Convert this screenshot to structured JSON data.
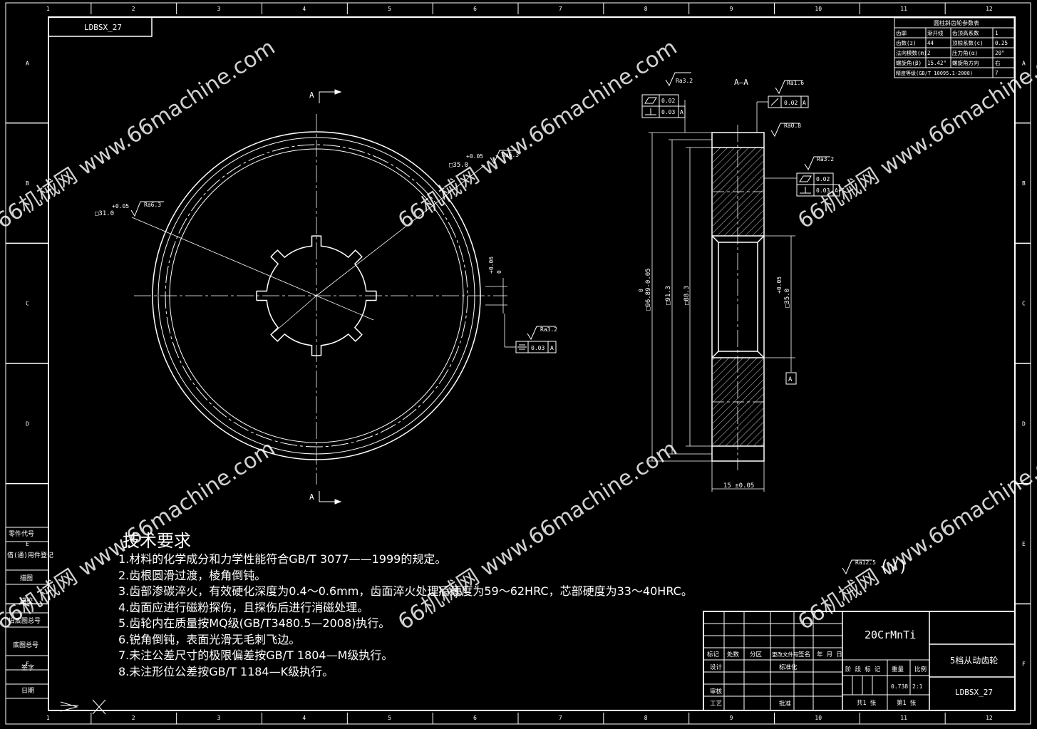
{
  "drawing_number": "LDBSX_27",
  "grid": {
    "columns": [
      "1",
      "2",
      "3",
      "4",
      "5",
      "6",
      "7",
      "8",
      "9",
      "10",
      "11",
      "12"
    ],
    "rows": [
      "A",
      "B",
      "C",
      "D",
      "E",
      "F"
    ]
  },
  "views": {
    "section_marker": "A",
    "section_title": "A—A"
  },
  "gear_params": {
    "title": "圆柱斜齿轮参数表",
    "rows": [
      [
        "齿廓",
        "渐开线",
        "齿顶高系数",
        "1"
      ],
      [
        "齿数(z)",
        "44",
        "顶隙系数(c)",
        "0.25"
      ],
      [
        "法向模数(m)",
        "2",
        "压力角(α)",
        "20°"
      ],
      [
        "螺旋角(β)",
        "15.42°",
        "螺旋角方向",
        "右"
      ],
      [
        "精度等级(GB/T 10095.1-2008)",
        "",
        "",
        "7"
      ]
    ]
  },
  "dimensions": {
    "d1": "□31.0",
    "d1_tol": "+0.05",
    "d2": "□35.0",
    "d2_tol": "+0.05",
    "d3_tol": "+0.06",
    "d3_zero": "0",
    "outer": "□96.89-0.05",
    "outer_zero": "0",
    "d_root": "□91.3",
    "d_mid": "□88.3",
    "d_bore": "□35.0",
    "d_bore_tol": "+0.05",
    "width": "15 ±0.05"
  },
  "roughness": {
    "r1": "Ra6.3",
    "r2": "Ra6.3",
    "r3": "Ra3.2",
    "r4": "Ra3.2",
    "r5": "Ra1.6",
    "r6": "Ra0.8",
    "r7": "Ra3.2",
    "general": "Ra12.5",
    "general_paren": "(√)"
  },
  "tolerance_frames": {
    "f1_val": "0.02",
    "f2_val": "0.03",
    "f3_val": "0.02",
    "f4_val": "0.02",
    "f5_val": "0.03",
    "f6_val": "0.03",
    "datum": "A"
  },
  "tech_requirements": {
    "title": "技术要求",
    "items": [
      "1.材料的化学成分和力学性能符合GB/T 3077——1999的规定。",
      "2.齿根圆滑过渡，棱角倒钝。",
      "3.齿部渗碳淬火，有效硬化深度为0.4～0.6mm，齿面淬火处理后硬度为59～62HRC，芯部硬度为33～40HRC。",
      "4.齿面应进行磁粉探伤，且探伤后进行消磁处理。",
      "5.齿轮内在质量按MQ级(GB/T3480.5—2008)执行。",
      "6.锐角倒钝，表面光滑无毛刺飞边。",
      "7.未注公差尺寸的极限偏差按GB/T 1804—M级执行。",
      "8.未注形位公差按GB/T 1184—K级执行。"
    ]
  },
  "left_strip": [
    "零件代号",
    "借(通)用件登记",
    "描图",
    "描校",
    "旧底图总号",
    "底图总号",
    "签字",
    "日期"
  ],
  "title_block": {
    "material": "20CrMnTi",
    "part_name": "5档从动齿轮",
    "drawing_no": "LDBSX_27",
    "weight": "0.738",
    "scale": "2:1",
    "h_mark": "标记",
    "h_count": "处数",
    "h_zone": "分区",
    "h_doc": "更改文件号",
    "h_sign": "签名",
    "h_date": "年 月 日",
    "design": "设计",
    "standard": "标准化",
    "review": "审核",
    "process": "工艺",
    "approve": "批准",
    "stage": "阶 段 标 记",
    "weight_lbl": "重量",
    "scale_lbl": "比例",
    "sheets_total": "共1 张",
    "sheet_no": "第1 张"
  },
  "watermarks": [
    "66机械网 www.66machine.com",
    "66机械网 www.66machine.com",
    "66机械网 www.66machine.com",
    "66机械网 www.66machine.com",
    "66机械网 www.66machine.com",
    "66机械网 www.66machine.com"
  ],
  "colors": {
    "line": "#ffffff",
    "background": "#000000"
  }
}
